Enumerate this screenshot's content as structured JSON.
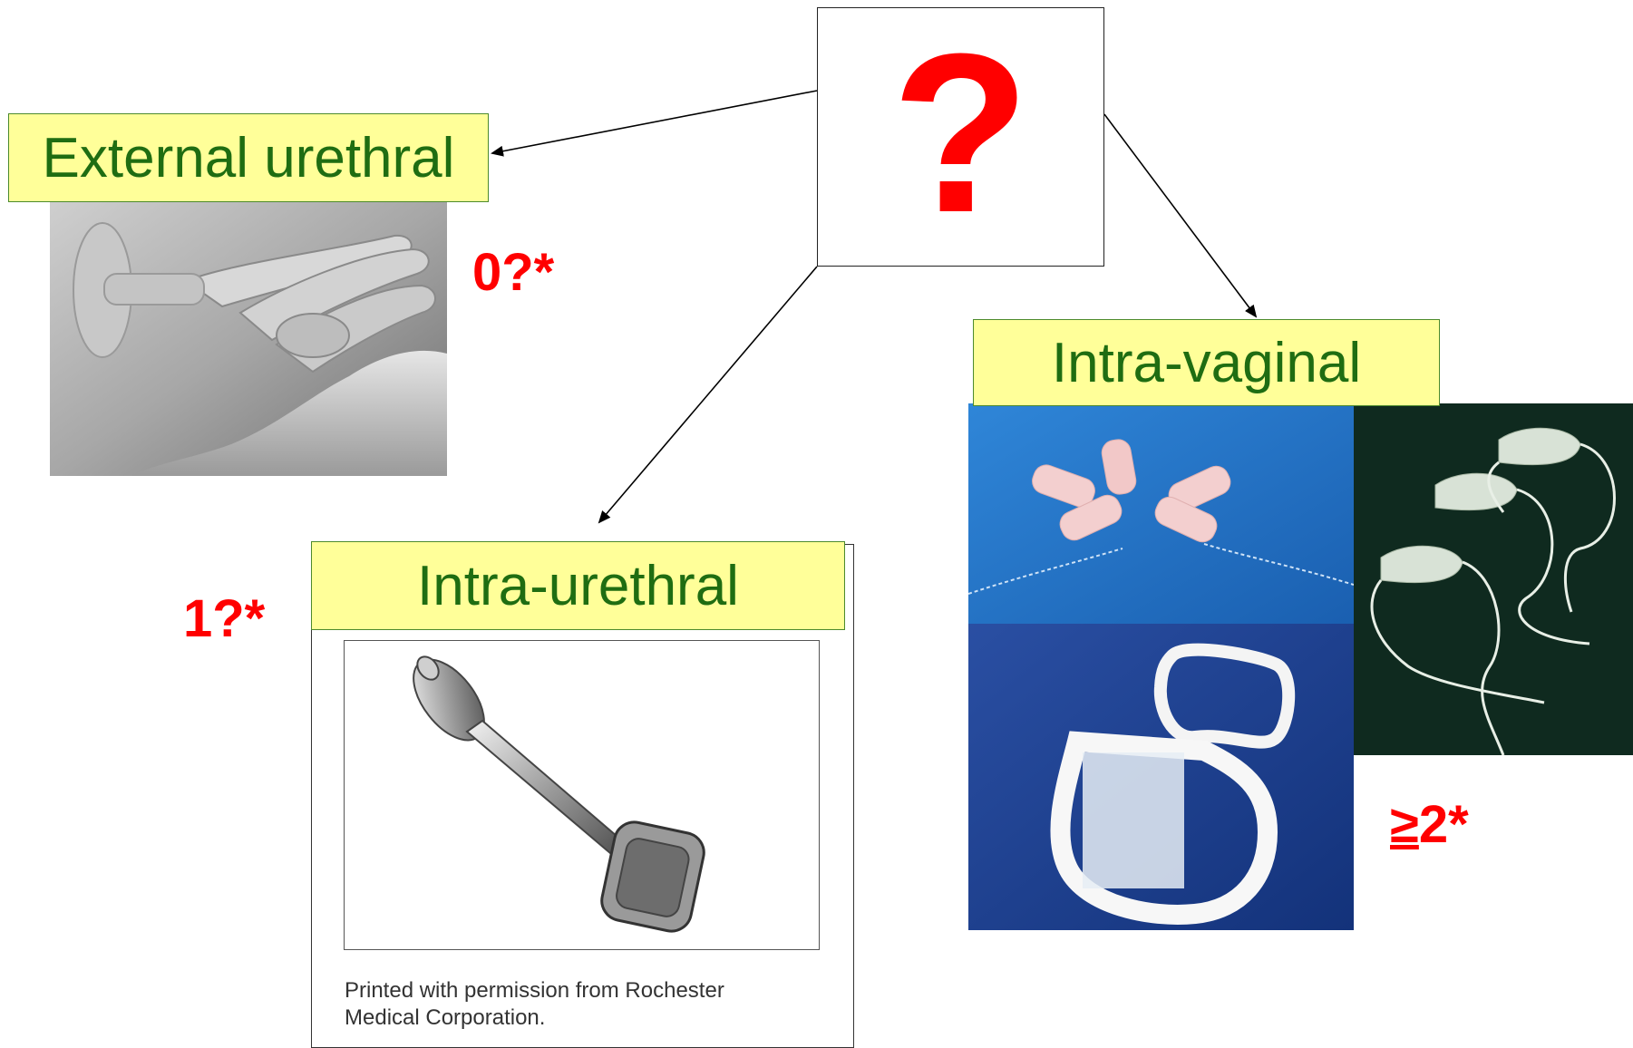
{
  "question": {
    "symbol": "?",
    "color": "#ff0000"
  },
  "categories": {
    "external": {
      "label": "External urethral",
      "score": "0?*"
    },
    "intra_urethral": {
      "label": "Intra-urethral",
      "score": "1?*",
      "caption_line1": "Printed with permission from Rochester",
      "caption_line2": "Medical Corporation."
    },
    "intra_vaginal": {
      "label": "Intra-vaginal",
      "score_prefix": "≥",
      "score_suffix": "2*"
    }
  },
  "colors": {
    "label_fill": "#ffff99",
    "label_border": "#4c8a2c",
    "label_text": "#1f6d12",
    "score_text": "#ff0000"
  },
  "images": {
    "external": "hand-holding-urethral-cap",
    "intra_urethral": "urethral-insert-device-drawing",
    "intra_vaginal_1": "tampon-pessaries-blue",
    "intra_vaginal_2": "ring-pessaries-blue",
    "intra_vaginal_3": "continence-pessaries-dark"
  }
}
